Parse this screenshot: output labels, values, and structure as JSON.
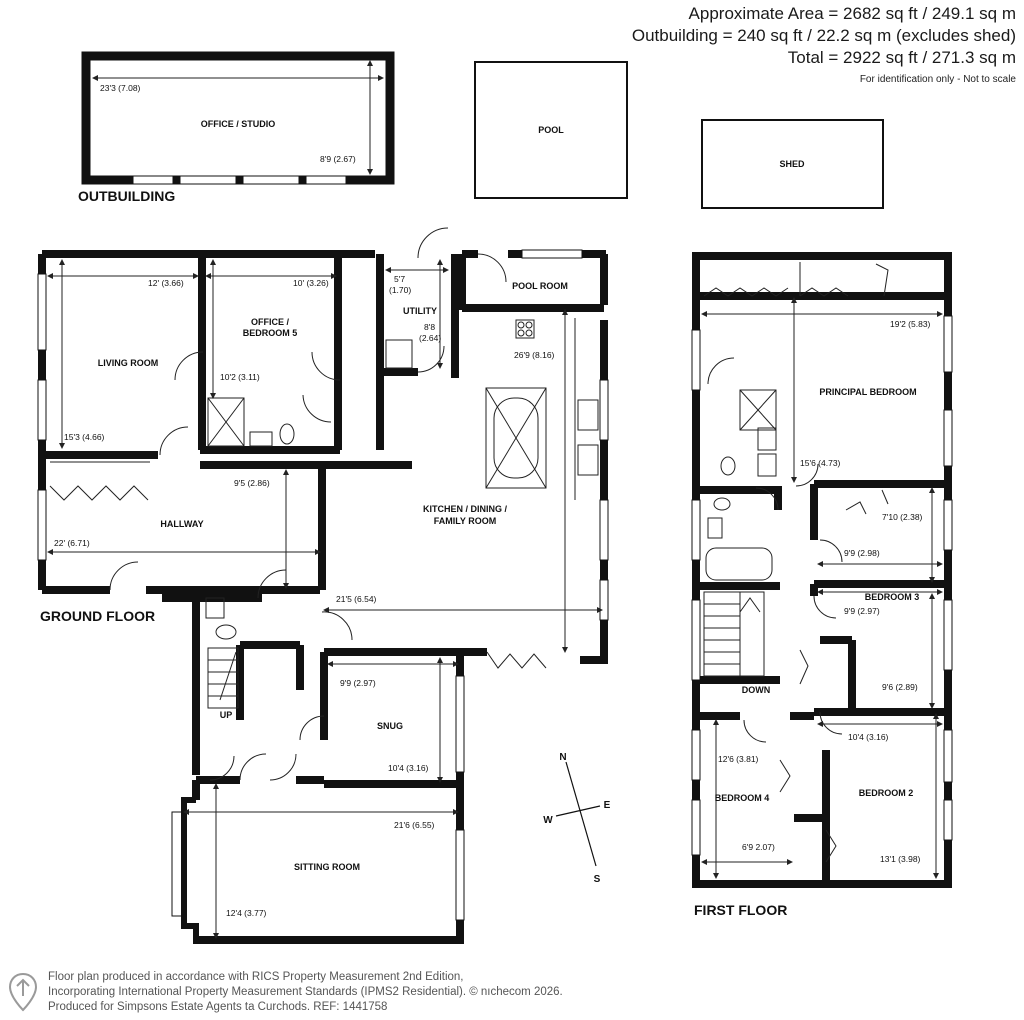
{
  "area": {
    "line1": "Approximate Area = 2682 sq ft / 249.1 sq m",
    "line2": "Outbuilding = 240 sq ft / 22.2 sq m (excludes shed)",
    "line3": "Total = 2922 sq ft / 271.3 sq m",
    "note": "For identification only - Not to scale"
  },
  "floors": {
    "outbuilding": "OUTBUILDING",
    "ground": "GROUND FLOOR",
    "first": "FIRST FLOOR"
  },
  "rooms": {
    "office_studio": "OFFICE / STUDIO",
    "pool": "POOL",
    "shed": "SHED",
    "living_room": "LIVING ROOM",
    "office_bed5_a": "OFFICE /",
    "office_bed5_b": "BEDROOM 5",
    "utility": "UTILITY",
    "pool_room": "POOL ROOM",
    "kitchen_a": "KITCHEN / DINING /",
    "kitchen_b": "FAMILY ROOM",
    "hallway": "HALLWAY",
    "snug": "SNUG",
    "sitting_room": "SITTING ROOM",
    "up": "UP",
    "principal_bedroom": "PRINCIPAL BEDROOM",
    "bedroom3": "BEDROOM 3",
    "bedroom2": "BEDROOM 2",
    "bedroom4": "BEDROOM 4",
    "down": "DOWN"
  },
  "dims": {
    "office_w": "23'3 (7.08)",
    "office_h": "8'9 (2.67)",
    "living_w": "12' (3.66)",
    "living_h": "15'3 (4.66)",
    "office5_w": "10' (3.26)",
    "office5_h": "10'2 (3.11)",
    "utility_w": "5'7",
    "utility_w2": "(1.70)",
    "utility_h": "8'8",
    "utility_h2": "(2.64)",
    "kitchen_l": "26'9 (8.16)",
    "kitchen_w": "21'5 (6.54)",
    "hall_h": "9'5 (2.86)",
    "hall_w": "22' (6.71)",
    "snug_w": "9'9 (2.97)",
    "snug_h": "10'4 (3.16)",
    "sitting_w": "21'6 (6.55)",
    "sitting_h": "12'4 (3.77)",
    "principal_w": "19'2 (5.83)",
    "principal_h": "15'6 (4.73)",
    "b3_a": "7'10 (2.38)",
    "b3_b": "9'9 (2.98)",
    "b3_c": "9'9 (2.97)",
    "b3_d": "9'6 (2.89)",
    "b2_w": "10'4 (3.16)",
    "b2_h": "13'1 (3.98)",
    "b4_h": "12'6 (3.81)",
    "b4_w": "6'9 2.07)"
  },
  "compass": {
    "n": "N",
    "s": "S",
    "e": "E",
    "w": "W"
  },
  "footer": {
    "line1": "Floor plan produced in accordance with RICS Property Measurement 2nd Edition,",
    "line2": "Incorporating International Property Measurement Standards (IPMS2 Residential).  © nıchecom 2026.",
    "line3": "Produced for Simpsons Estate Agents ta Curchods.   REF:  1441758"
  },
  "colors": {
    "wall": "#111111",
    "line": "#222222",
    "pin": "#9a9a9a"
  }
}
